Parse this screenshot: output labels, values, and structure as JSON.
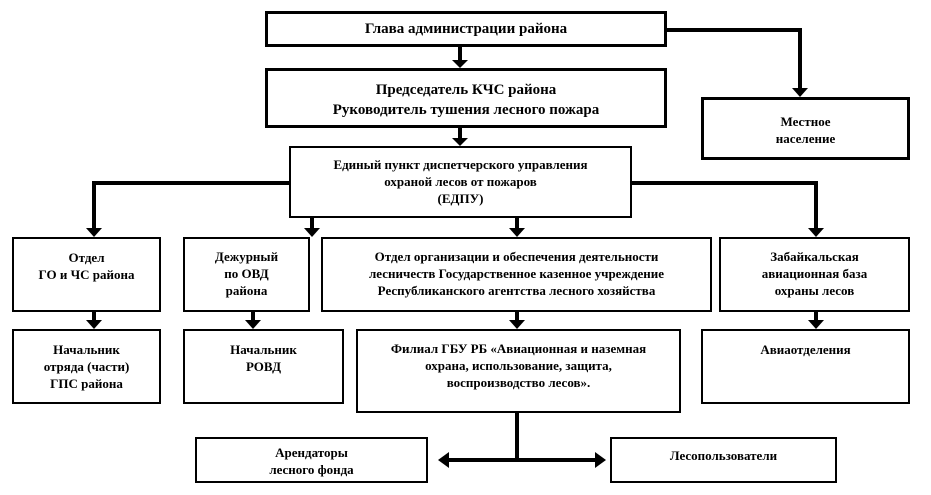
{
  "nodes": {
    "head": {
      "lines": [
        "Глава администрации района"
      ]
    },
    "chairman": {
      "lines": [
        "Председатель КЧС района",
        "Руководитель тушения лесного пожара"
      ]
    },
    "population": {
      "lines": [
        "Местное",
        "население"
      ]
    },
    "edpu": {
      "lines": [
        "Единый пункт диспетчерского управления",
        "охраной лесов от пожаров",
        "(ЕДПУ)"
      ]
    },
    "go_dept": {
      "lines": [
        "Отдел",
        "ГО и ЧС района"
      ]
    },
    "ovd": {
      "lines": [
        "Дежурный",
        "по ОВД",
        "района"
      ]
    },
    "org_dept": {
      "lines": [
        "Отдел организации и обеспечения деятельности",
        "лесничеств Государственное казенное учреждение",
        "Республиканского агентства лесного хозяйства"
      ]
    },
    "aviabase": {
      "lines": [
        "Забайкальская",
        "авиационная база",
        "охраны лесов"
      ]
    },
    "gps_chief": {
      "lines": [
        "Начальник",
        "отряда (части)",
        "ГПС района"
      ]
    },
    "rovd_chief": {
      "lines": [
        "Начальник",
        "РОВД"
      ]
    },
    "gbu_branch": {
      "lines": [
        "Филиал ГБУ РБ «Авиационная и наземная",
        "охрана, использование, защита,",
        "воспроизводство лесов»."
      ]
    },
    "avia_units": {
      "lines": [
        "Авиаотделения"
      ]
    },
    "tenants": {
      "lines": [
        "Арендаторы",
        "лесного фонда"
      ]
    },
    "forest_users": {
      "lines": [
        "Лесопользователи"
      ]
    }
  }
}
